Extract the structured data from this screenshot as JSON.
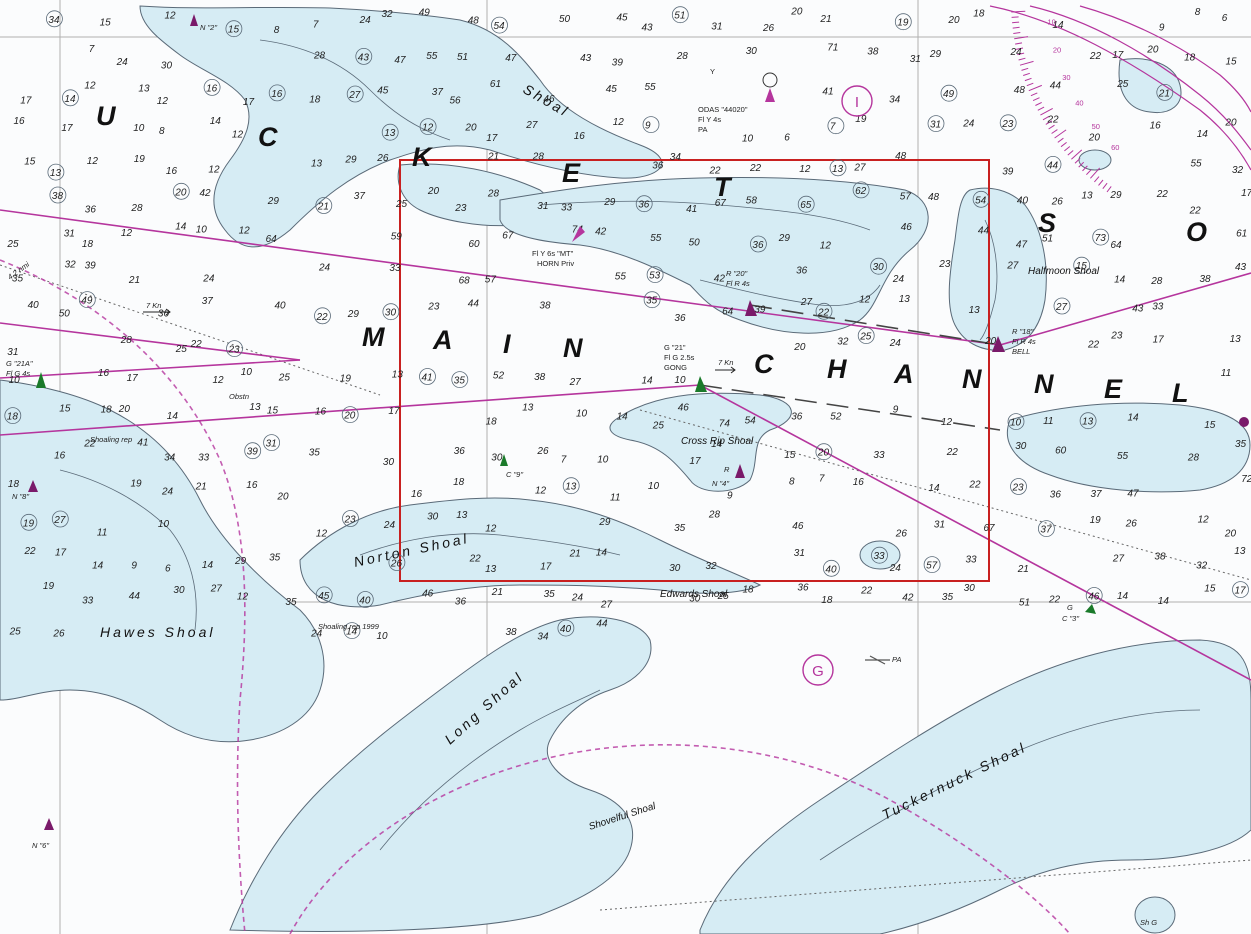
{
  "map": {
    "channel_name": [
      "M",
      "A",
      "I",
      "N",
      "C",
      "H",
      "A",
      "N",
      "N",
      "E",
      "L"
    ],
    "sound_name": [
      "U",
      "C",
      "K",
      "E",
      "T",
      "S",
      "O"
    ],
    "shoals": {
      "hawes": "Hawes Shoal",
      "norton": "Norton Shoal",
      "long": "Long Shoal",
      "tuckernuck": "Tuckernuck Shoal",
      "cross_rip": "Cross Rip Shoal",
      "edwards": "Edwards Shoal",
      "halfmoon": "Halfmoon Shoal",
      "shovelful": "Shovelful Shoal",
      "pochet": "Shoal"
    },
    "aids": {
      "odas": "ODAS \"44020\"",
      "odas_light": "Fl Y 4s",
      "odas_pa": "PA",
      "odas_y": "Y",
      "mt_light": "Fl Y 6s \"MT\"",
      "mt_horn": "HORN Priv",
      "r20": "R \"20\"",
      "r20_light": "Fl R 4s",
      "g21": "G \"21\"",
      "g21_light": "Fl G 2.5s",
      "gong": "GONG",
      "r18": "R \"18\"",
      "r18_light": "Fl R 4s",
      "bell": "BELL",
      "c9": "C \"9\"",
      "n4": "N \"4\"",
      "n2": "N \"2\"",
      "n8": "N \"8\"",
      "n6": "N \"6\"",
      "c3": "C \"3\"",
      "g21a": "G \"21A\"",
      "g21a_light": "Fl G 4s",
      "r_label": "R",
      "g_label": "G"
    },
    "notes": {
      "obstn": "Obstn",
      "pa": "PA",
      "shoaling_rep_1": "Shoaling rep",
      "shoaling_rep_2": "Shoaling rep 1999",
      "current": "7 Kn",
      "sh_g": "Sh G",
      "ilne": "4.2 nmi"
    },
    "circle_letters": [
      "I",
      "G"
    ],
    "compass_numbers": [
      "10",
      "20",
      "30",
      "40",
      "50",
      "60"
    ],
    "colors": {
      "water_deep": "#fbfcfd",
      "water_shallow": "#d6ecf4",
      "shoal_line": "#5a6a78",
      "magenta": "#b5359d",
      "grid": "#b0b0b0",
      "highlight_box": "#c82020",
      "buoy_red": "#7a1a6a",
      "buoy_green": "#1a7a2a"
    },
    "soundings": [
      "34",
      "15",
      "12",
      "15",
      "8",
      "7",
      "24",
      "32",
      "49",
      "48",
      "54",
      "50",
      "45",
      "43",
      "51",
      "31",
      "26",
      "20",
      "21",
      "19",
      "20",
      "18",
      "14",
      "9",
      "8",
      "6",
      "7",
      "24",
      "30",
      "28",
      "43",
      "47",
      "55",
      "51",
      "47",
      "43",
      "39",
      "28",
      "30",
      "71",
      "38",
      "31",
      "29",
      "24",
      "22",
      "17",
      "20",
      "18",
      "15",
      "17",
      "14",
      "12",
      "13",
      "12",
      "16",
      "17",
      "16",
      "18",
      "27",
      "45",
      "37",
      "56",
      "61",
      "46",
      "45",
      "55",
      "41",
      "34",
      "49",
      "48",
      "44",
      "25",
      "21",
      "16",
      "17",
      "10",
      "8",
      "14",
      "12",
      "13",
      "12",
      "20",
      "17",
      "27",
      "16",
      "12",
      "9",
      "10",
      "6",
      "7",
      "19",
      "31",
      "24",
      "23",
      "22",
      "20",
      "16",
      "14",
      "20",
      "15",
      "13",
      "12",
      "19",
      "16",
      "12",
      "13",
      "29",
      "26",
      "21",
      "28",
      "36",
      "34",
      "22",
      "22",
      "12",
      "13",
      "27",
      "48",
      "39",
      "44",
      "55",
      "32",
      "38",
      "36",
      "28",
      "20",
      "42",
      "29",
      "21",
      "37",
      "25",
      "20",
      "23",
      "28",
      "31",
      "33",
      "29",
      "36",
      "41",
      "67",
      "58",
      "65",
      "62",
      "57",
      "48",
      "54",
      "40",
      "26",
      "13",
      "29",
      "22",
      "22",
      "17",
      "25",
      "31",
      "18",
      "12",
      "14",
      "10",
      "12",
      "64",
      "59",
      "60",
      "67",
      "74",
      "42",
      "55",
      "50",
      "36",
      "29",
      "12",
      "46",
      "44",
      "47",
      "51",
      "73",
      "64",
      "61",
      "35",
      "32",
      "39",
      "21",
      "24",
      "24",
      "33",
      "68",
      "57",
      "55",
      "53",
      "42",
      "36",
      "30",
      "24",
      "23",
      "27",
      "15",
      "14",
      "28",
      "38",
      "43",
      "40",
      "50",
      "49",
      "36",
      "37",
      "40",
      "22",
      "29",
      "30",
      "23",
      "44",
      "38",
      "35",
      "36",
      "64",
      "39",
      "27",
      "22",
      "12",
      "13",
      "13",
      "27",
      "43",
      "33",
      "31",
      "28",
      "25",
      "22",
      "23",
      "20",
      "32",
      "25",
      "24",
      "20",
      "22",
      "23",
      "17",
      "13",
      "10",
      "16",
      "17",
      "12",
      "10",
      "25",
      "19",
      "13",
      "41",
      "35",
      "52",
      "38",
      "27",
      "14",
      "10",
      "11",
      "18",
      "15",
      "18",
      "20",
      "14",
      "13",
      "15",
      "16",
      "20",
      "17",
      "18",
      "13",
      "10",
      "14",
      "25",
      "46",
      "74",
      "54",
      "36",
      "52",
      "9",
      "12",
      "10",
      "11",
      "13",
      "14",
      "15",
      "16",
      "22",
      "41",
      "34",
      "33",
      "39",
      "31",
      "35",
      "30",
      "36",
      "30",
      "26",
      "7",
      "10",
      "17",
      "14",
      "15",
      "20",
      "33",
      "22",
      "30",
      "60",
      "55",
      "28",
      "35",
      "18",
      "19",
      "24",
      "21",
      "16",
      "20",
      "16",
      "18",
      "12",
      "13",
      "11",
      "10",
      "9",
      "8",
      "7",
      "16",
      "14",
      "22",
      "23",
      "36",
      "37",
      "47",
      "72",
      "19",
      "27",
      "11",
      "10",
      "12",
      "23",
      "24",
      "30",
      "13",
      "12",
      "29",
      "35",
      "28",
      "46",
      "26",
      "31",
      "67",
      "37",
      "19",
      "26",
      "12",
      "20",
      "22",
      "17",
      "14",
      "9",
      "6",
      "14",
      "29",
      "35",
      "26",
      "22",
      "13",
      "17",
      "21",
      "14",
      "30",
      "32",
      "31",
      "40",
      "33",
      "24",
      "57",
      "33",
      "21",
      "27",
      "38",
      "32",
      "13",
      "19",
      "33",
      "44",
      "30",
      "27",
      "12",
      "35",
      "45",
      "40",
      "46",
      "36",
      "21",
      "35",
      "24",
      "27",
      "30",
      "25",
      "18",
      "36",
      "18",
      "22",
      "42",
      "35",
      "30",
      "51",
      "22",
      "46",
      "14",
      "14",
      "15",
      "17",
      "25",
      "26",
      "24",
      "14",
      "10",
      "38",
      "34",
      "40",
      "44"
    ]
  }
}
